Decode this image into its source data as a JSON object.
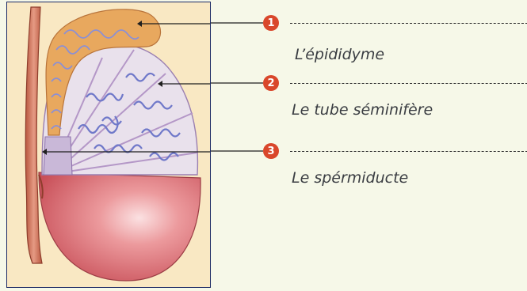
{
  "colors": {
    "marker": "#d9472b",
    "leader_line": "#1f1f1f",
    "panel_border": "#1c2a64",
    "scrotum": "#d85d64",
    "epididymis": "#e7a45b",
    "tubules": "#6f78c9"
  },
  "labels": [
    {
      "number": "1",
      "text": "L’épididyme"
    },
    {
      "number": "2",
      "text": "Le tube séminifère"
    },
    {
      "number": "3",
      "text": "Le spérmiducte"
    }
  ]
}
